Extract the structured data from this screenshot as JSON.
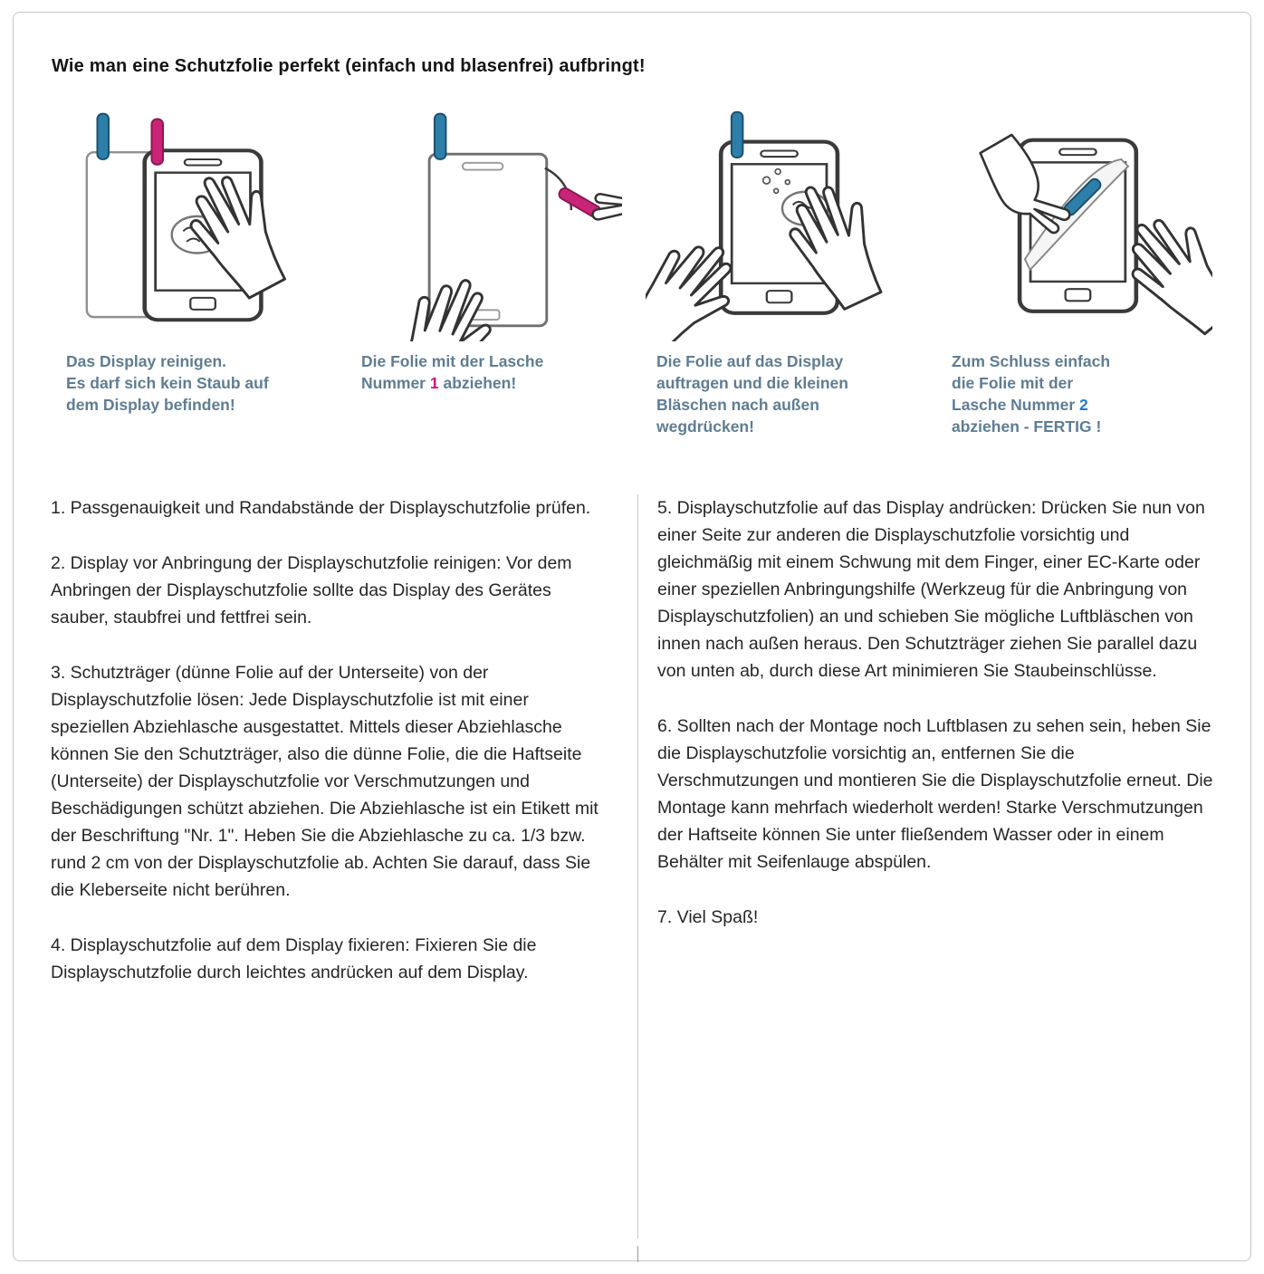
{
  "title": "Wie man eine Schutzfolie perfekt (einfach und blasenfrei) aufbringt!",
  "colors": {
    "caption_text": "#5e7d93",
    "accent_pink": "#d6117e",
    "accent_blue": "#1e7ec8",
    "tab_blue": "#2d7fa9",
    "tab_pink": "#c92478",
    "body_text": "#262626",
    "border": "#c6c6c6"
  },
  "panels": [
    {
      "caption_lines": [
        "Das Display reinigen.",
        "Es darf sich kein Staub auf",
        "dem Display befinden!"
      ]
    },
    {
      "caption": {
        "line1": "Die Folie mit der Lasche",
        "line2_pre": "Nummer ",
        "num": "1",
        "line2_post": " abziehen!"
      }
    },
    {
      "caption_lines": [
        "Die Folie  auf das Display",
        "auftragen und die kleinen",
        "Bläschen nach außen",
        "wegdrücken!"
      ]
    },
    {
      "caption": {
        "line1": "Zum Schluss einfach",
        "line2": "die Folie mit der",
        "line3_pre": "Lasche Nummer ",
        "num": "2",
        "line4": "abziehen - FERTIG !"
      }
    }
  ],
  "steps_left": [
    "1. Passgenauigkeit und Randabstände der Displayschutzfolie prüfen.",
    "2. Display vor Anbringung der Displayschutzfolie reinigen: Vor dem Anbringen der Displayschutzfolie sollte das Display des Gerätes sauber, staubfrei und fettfrei sein.",
    "3. Schutzträger (dünne Folie auf der Unterseite) von der Displayschutzfolie lösen: Jede Displayschutzfolie ist mit einer speziellen Abziehlasche ausgestattet. Mittels dieser Abziehlasche können Sie den Schutzträger, also die dünne Folie, die die Haftseite (Unterseite) der Displayschutzfolie vor Verschmutzungen und Beschädigungen schützt abziehen. Die Abziehlasche ist ein Etikett mit der Beschriftung \"Nr. 1\". Heben Sie die Abziehlasche zu ca. 1/3 bzw. rund 2 cm von der Displayschutzfolie ab. Achten Sie darauf, dass Sie die Kleberseite nicht berühren.",
    "4. Displayschutzfolie auf dem Display fixieren: Fixieren Sie die Displayschutzfolie durch leichtes andrücken auf dem Display."
  ],
  "steps_right": [
    "5. Displayschutzfolie auf das Display andrücken: Drücken Sie nun von einer Seite zur anderen die Displayschutzfolie vorsichtig und gleichmäßig mit einem Schwung mit dem Finger, einer EC-Karte oder einer speziellen Anbringungshilfe (Werkzeug für die Anbringung von Displayschutzfolien) an und schieben Sie mögliche Luftbläschen von innen nach außen heraus. Den Schutzträger ziehen Sie parallel dazu von unten ab, durch diese Art minimieren Sie Staubeinschlüsse.",
    "6. Sollten nach der Montage noch Luftblasen zu sehen sein, heben Sie die Displayschutzfolie vorsichtig an, entfernen Sie die Verschmutzungen und montieren Sie die Displayschutzfolie erneut. Die Montage kann mehrfach wiederholt werden! Starke Verschmutzungen der Haftseite können Sie unter fließendem Wasser oder in einem Behälter mit Seifenlauge abspülen.",
    "7. Viel Spaß!"
  ]
}
